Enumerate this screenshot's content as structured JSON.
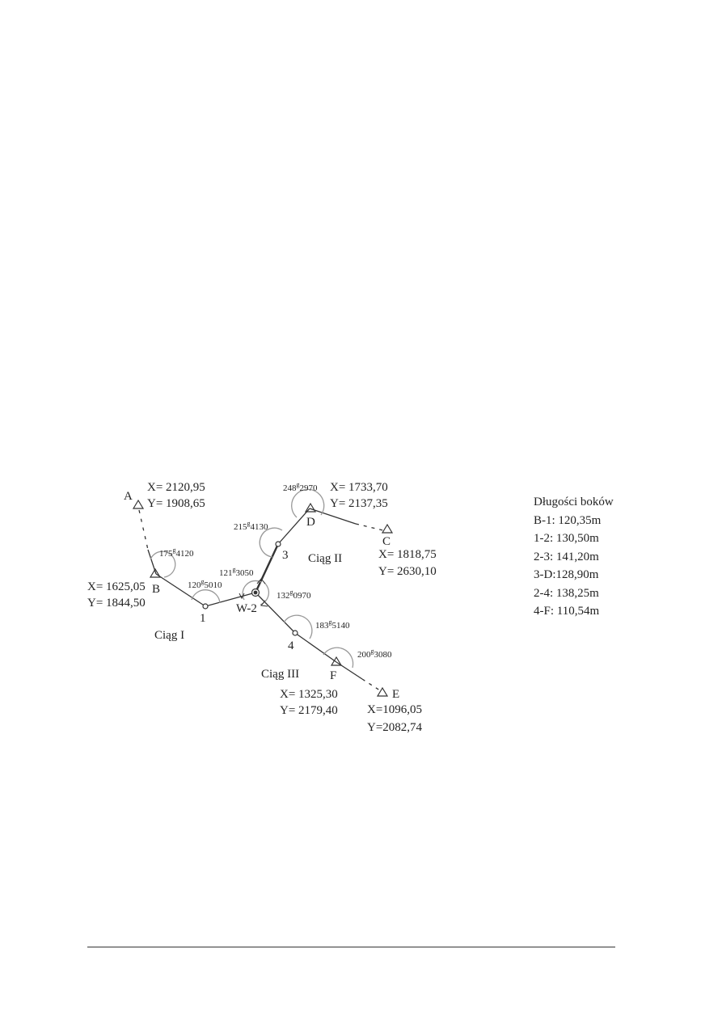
{
  "points": {
    "A": {
      "name": "A",
      "x": "X= 2120,95",
      "y": "Y= 1908,65"
    },
    "B": {
      "name": "B",
      "x": "X= 1625,05",
      "y": "Y= 1844,50"
    },
    "C": {
      "name": "C",
      "x": "X= 1818,75",
      "y": "Y= 2630,10"
    },
    "D": {
      "name": "D",
      "x": "X= 1733,70",
      "y": "Y= 2137,35"
    },
    "E": {
      "name": "E",
      "x": "X=1096,05",
      "y": "Y=2082,74"
    },
    "F": {
      "name": "F",
      "x": "X= 1325,30",
      "y": "Y= 2179,40"
    },
    "p1": {
      "name": "1"
    },
    "p3": {
      "name": "3"
    },
    "p4": {
      "name": "4"
    },
    "W2": {
      "name": "W-2"
    }
  },
  "angles": {
    "B": {
      "deg": "175",
      "sup": "g",
      "min": "4120"
    },
    "p1": {
      "deg": "120",
      "sup": "g",
      "min": "5010"
    },
    "W2_left": {
      "deg": "121",
      "sup": "g",
      "min": "3050"
    },
    "W2_right": {
      "deg": "132",
      "sup": "g",
      "min": "0970"
    },
    "p3": {
      "deg": "215",
      "sup": "g",
      "min": "4130"
    },
    "D": {
      "deg": "248",
      "sup": "g",
      "min": "2970"
    },
    "p4": {
      "deg": "183",
      "sup": "g",
      "min": "5140"
    },
    "F": {
      "deg": "200",
      "sup": "g",
      "min": "3080"
    }
  },
  "traverses": {
    "I": "Ciąg I",
    "II": "Ciąg II",
    "III": "Ciąg III"
  },
  "side_lengths": {
    "title": "Długości boków",
    "items": [
      "B-1: 120,35m",
      "1-2: 130,50m",
      "2-3: 141,20m",
      "3-D:128,90m",
      "2-4: 138,25m",
      "4-F: 110,54m"
    ]
  }
}
